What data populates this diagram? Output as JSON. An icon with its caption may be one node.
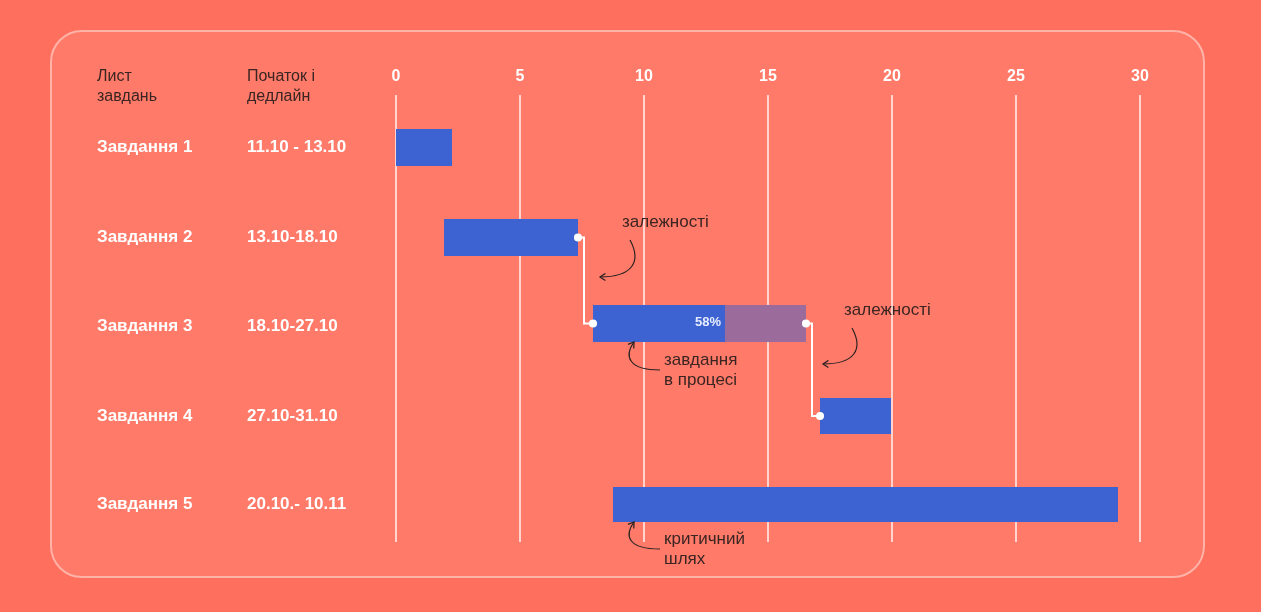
{
  "diagram": {
    "nodes": [
      {
        "text": [],
        "shape": "bar"
      },
      {
        "text": [],
        "shape": "bar"
      },
      {
        "text": [
          "58%"
        ]
      },
      {
        "text": [],
        "shape": "bar"
      },
      {
        "text": [],
        "shape": "bar"
      },
      {
        "text": [
          "залежності"
        ]
      },
      {
        "text": [
          "залежності"
        ]
      },
      {
        "text": [
          "завдання в процесі"
        ]
      },
      {
        "text": [
          "критичний шлях"
        ]
      }
    ],
    "edges": [
      {
        "from": 1,
        "to": 2,
        "arrow": "other",
        "color": "#ffffff"
      },
      {
        "from": 2,
        "to": 3,
        "arrow": "other",
        "color": "#ffffff"
      },
      {
        "from": 5,
        "to": 2,
        "arrow": "to"
      },
      {
        "from": 6,
        "to": 2,
        "arrow": "to"
      },
      {
        "from": 7,
        "to": 2,
        "arrow": "to"
      },
      {
        "from": 8,
        "to": 4,
        "arrow": "to"
      }
    ],
    "labels": [
      "Лист завдань",
      "Початок і дедлайн",
      "0",
      "5",
      "10",
      "15",
      "20",
      "25",
      "30",
      "Завдання 1",
      "11.10 - 13.10",
      "Завдання 2",
      "13.10-18.10",
      "Завдання 3",
      "18.10-27.10",
      "Завдання 4",
      "27.10-31.10",
      "Завдання 5",
      "20.10.- 10.11"
    ]
  }
}
